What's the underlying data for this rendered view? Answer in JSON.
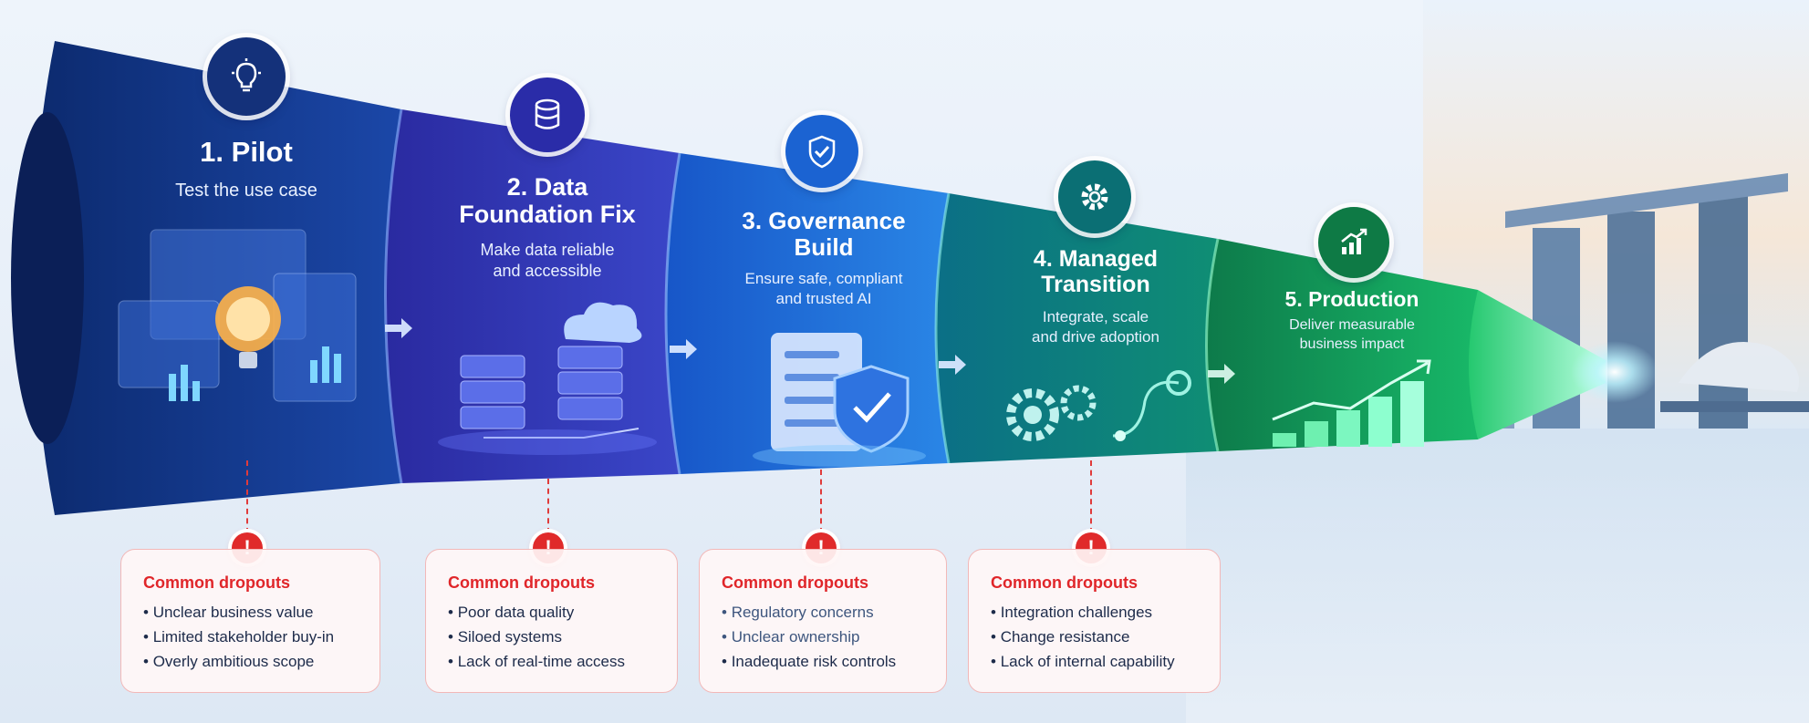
{
  "stages": [
    {
      "number_title": "1. Pilot",
      "subtitle": "Test the use case",
      "icon": "lightbulb-icon"
    },
    {
      "number_title": "2. Data Foundation Fix",
      "subtitle": "Make data reliable and accessible",
      "icon": "database-icon"
    },
    {
      "number_title": "3. Governance Build",
      "subtitle": "Ensure safe, compliant and trusted AI",
      "icon": "shield-check-icon"
    },
    {
      "number_title": "4. Managed Transition",
      "subtitle": "Integrate, scale and drive adoption",
      "icon": "gear-icon"
    },
    {
      "number_title": "5. Production",
      "subtitle": "Deliver measurable business impact",
      "icon": "growth-chart-icon"
    }
  ],
  "title_lines": [
    [
      "1. Pilot"
    ],
    [
      "2. Data",
      "Foundation Fix"
    ],
    [
      "3. Governance",
      "Build"
    ],
    [
      "4. Managed",
      "Transition"
    ],
    [
      "5. Production"
    ]
  ],
  "subtitle_lines": [
    [
      "Test the use case"
    ],
    [
      "Make data reliable",
      "and accessible"
    ],
    [
      "Ensure safe, compliant",
      "and trusted AI"
    ],
    [
      "Integrate, scale",
      "and drive adoption"
    ],
    [
      "Deliver measurable",
      "business impact"
    ]
  ],
  "dropouts": [
    {
      "title": "Common dropouts",
      "items": [
        "Unclear business value",
        "Limited stakeholder buy-in",
        "Overly ambitious scope"
      ]
    },
    {
      "title": "Common dropouts",
      "items": [
        "Poor data quality",
        "Siloed systems",
        "Lack of real-time access"
      ]
    },
    {
      "title": "Common dropouts",
      "items": [
        "Regulatory concerns",
        "Unclear ownership",
        "Inadequate risk controls"
      ]
    },
    {
      "title": "Common dropouts",
      "items": [
        "Integration challenges",
        "Change resistance",
        "Lack of internal capability"
      ]
    }
  ],
  "alert_symbol": "!",
  "colors": {
    "stage1": "#123a8c",
    "stage2": "#2a2fb0",
    "stage3": "#1e66d8",
    "stage4": "#0d7d78",
    "stage5": "#0f8a4e",
    "dropout_red": "#e0262a",
    "dropout_bg": "#fff6f6"
  }
}
